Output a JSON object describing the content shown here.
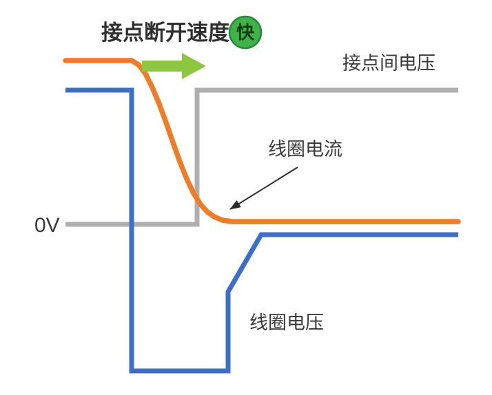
{
  "title": {
    "text": "接点断开速度",
    "badge": "快"
  },
  "annotations": {
    "contact_voltage_label": "接点间电压",
    "coil_current_label": "线圈电流",
    "coil_voltage_label": "线圈电压",
    "zero_line_label": "0V"
  },
  "colors": {
    "coil_current": "#F07D26",
    "coil_voltage": "#3D6EC9",
    "contact_voltage": "#AFAFAF",
    "speed_arrow": "#8DC63F",
    "badge_fill": "#41B24A",
    "badge_border": "#1F8A3B",
    "text": "#3A3A3A"
  },
  "chart_data": {
    "type": "line",
    "title": "接点断开速度 快",
    "y_reference_label": "0V",
    "legend_position": "inline-annotations",
    "grid": false,
    "series": [
      {
        "name": "接点间电压",
        "color": "#AFAFAF",
        "points": [
          [
            95,
            326
          ],
          [
            286,
            326
          ],
          [
            286,
            131
          ],
          [
            665,
            131
          ]
        ]
      },
      {
        "name": "线圈电压",
        "color": "#3D6EC9",
        "points": [
          [
            95,
            131
          ],
          [
            191,
            131
          ],
          [
            191,
            539
          ],
          [
            331,
            539
          ],
          [
            331,
            424
          ],
          [
            379,
            341
          ],
          [
            665,
            341
          ]
        ]
      },
      {
        "name": "线圈电流",
        "color": "#F07D26",
        "points": [
          [
            95,
            88
          ],
          [
            191,
            88
          ],
          [
            201,
            94
          ],
          [
            211,
            107
          ],
          [
            221,
            127
          ],
          [
            231,
            151
          ],
          [
            241,
            178
          ],
          [
            251,
            207
          ],
          [
            261,
            235
          ],
          [
            271,
            260
          ],
          [
            281,
            281
          ],
          [
            291,
            297
          ],
          [
            301,
            308
          ],
          [
            311,
            315
          ],
          [
            323,
            320
          ],
          [
            337,
            322
          ],
          [
            665,
            322
          ]
        ]
      }
    ]
  }
}
